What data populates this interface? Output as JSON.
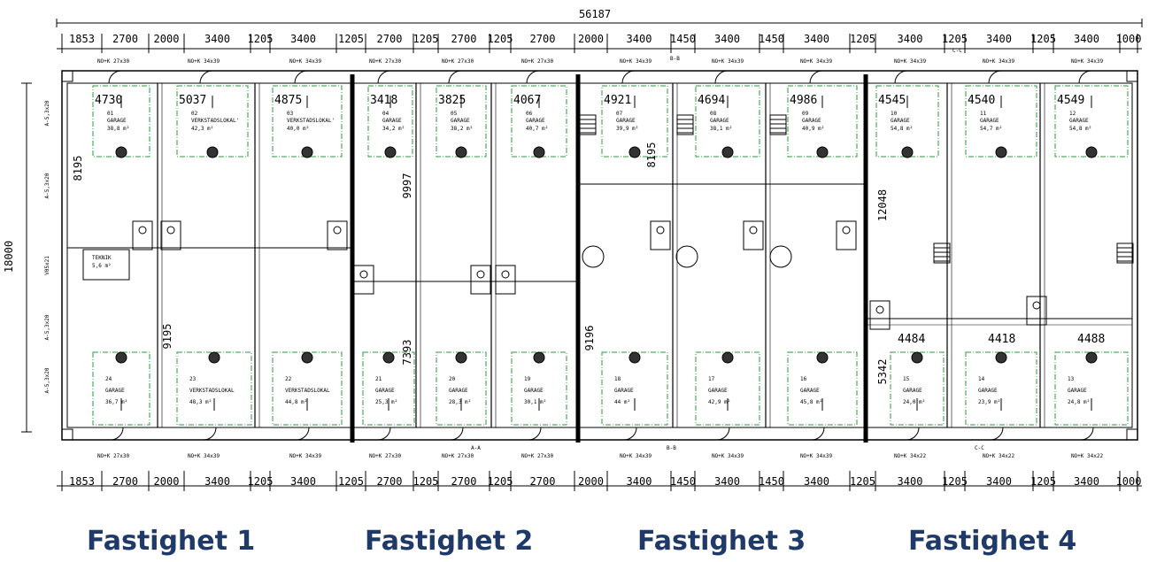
{
  "overall_width": "56187",
  "overall_depth": "18000",
  "top_dims": [
    "1853",
    "2700",
    "2000",
    "3400",
    "1205",
    "3400",
    "1205",
    "2700",
    "1205",
    "2700",
    "1205",
    "2700",
    "2000",
    "3400",
    "1450",
    "3400",
    "1450",
    "3400",
    "1205",
    "3400",
    "1205",
    "3400",
    "1205",
    "3400",
    "1000"
  ],
  "bottom_dims": [
    "1853",
    "2700",
    "2000",
    "3400",
    "1205",
    "3400",
    "1205",
    "2700",
    "1205",
    "2700",
    "1205",
    "2700",
    "2000",
    "3400",
    "1450",
    "3400",
    "1450",
    "3400",
    "1205",
    "3400",
    "1205",
    "3400",
    "1205",
    "3400",
    "1000"
  ],
  "top_doors": [
    "NO+K 27x30",
    "NO+K 34x39",
    "NO+K 34x39",
    "NO+K 27x30",
    "NO+K 27x30",
    "NO+K 27x30",
    "NO+K 34x39",
    "NO+K 34x39",
    "NO+K 34x39",
    "NO+K 34x39",
    "NO+K 34x39",
    "NO+K 34x39"
  ],
  "bottom_doors": [
    "NO+K 27x30",
    "NO+K 34x39",
    "NO+K 34x39",
    "NO+K 27x30",
    "NO+K 27x30",
    "NO+K 27x30",
    "NO+K 34x39",
    "NO+K 34x39",
    "NO+K 34x39",
    "NO+K 34x22",
    "NO+K 34x22",
    "NO+K 34x22"
  ],
  "top_units": [
    {
      "num": "01",
      "type": "GARAGE",
      "area": "38,8 m²",
      "depth": "4730"
    },
    {
      "num": "02",
      "type": "VERKSTADSLOKAL'",
      "area": "42,3 m²",
      "depth": "5037"
    },
    {
      "num": "03",
      "type": "VERKSTADSLOKAL'",
      "area": "40,0 m²",
      "depth": "4875"
    },
    {
      "num": "04",
      "type": "GARAGE",
      "area": "34,2 m²",
      "depth": "3418"
    },
    {
      "num": "05",
      "type": "GARAGE",
      "area": "38,2 m²",
      "depth": "3825"
    },
    {
      "num": "06",
      "type": "GARAGE",
      "area": "40,7 m²",
      "depth": "4067"
    },
    {
      "num": "07",
      "type": "GARAGE",
      "area": "39,9 m²",
      "depth": "4921"
    },
    {
      "num": "08",
      "type": "GARAGE",
      "area": "38,1 m²",
      "depth": "4694"
    },
    {
      "num": "09",
      "type": "GARAGE",
      "area": "40,9 m²",
      "depth": "4986"
    },
    {
      "num": "10",
      "type": "GARAGE",
      "area": "54,8 m²",
      "depth": "4545"
    },
    {
      "num": "11",
      "type": "GARAGE",
      "area": "54,7 m²",
      "depth": "4540"
    },
    {
      "num": "12",
      "type": "GARAGE",
      "area": "54,8 m²",
      "depth": "4549"
    }
  ],
  "bottom_units": [
    {
      "num": "24",
      "type": "GARAGE",
      "area": "36,7 m²"
    },
    {
      "num": "23",
      "type": "VERKSTADSLOKAL",
      "area": "48,3 m²"
    },
    {
      "num": "22",
      "type": "VERKSTADSLOKAL",
      "area": "44,8 m²"
    },
    {
      "num": "21",
      "type": "GARAGE",
      "area": "25,3 m²"
    },
    {
      "num": "20",
      "type": "GARAGE",
      "area": "28,3 m²"
    },
    {
      "num": "19",
      "type": "GARAGE",
      "area": "30,1 m²"
    },
    {
      "num": "18",
      "type": "GARAGE",
      "area": "44 m²"
    },
    {
      "num": "17",
      "type": "GARAGE",
      "area": "42,9 m²"
    },
    {
      "num": "16",
      "type": "GARAGE",
      "area": "45,8 m²"
    },
    {
      "num": "15",
      "type": "GARAGE",
      "area": "24,0 m²"
    },
    {
      "num": "14",
      "type": "GARAGE",
      "area": "23,9 m²"
    },
    {
      "num": "13",
      "type": "GARAGE",
      "area": "24,8 m²"
    }
  ],
  "teknik": {
    "label": "TEKNIK",
    "area": "5,6 m²"
  },
  "inner_dims": {
    "d8195a": "8195",
    "d9997": "9997",
    "d8195b": "8195",
    "d12048": "12048",
    "d9195": "9195",
    "d7393": "7393",
    "d9196": "9196",
    "d5342": "5342",
    "d4484": "4484",
    "d4418": "4418",
    "d4488": "4488"
  },
  "side_tags": [
    "A-5,3x20",
    "A-5,3x20",
    "V05x21",
    "A-5,3x20",
    "A-5,3x20"
  ],
  "section_marks": {
    "a_a": "A-A",
    "b_b_top": "B-B",
    "b_b_bottom": "B-B",
    "c_c_top": "C-C",
    "c_c_bottom": "C-C"
  },
  "properties": [
    "Fastighet 1",
    "Fastighet 2",
    "Fastighet 3",
    "Fastighet 4"
  ],
  "colors": {
    "green": "#2e9a3c",
    "line": "#000000",
    "caption": "#1f3a68"
  }
}
